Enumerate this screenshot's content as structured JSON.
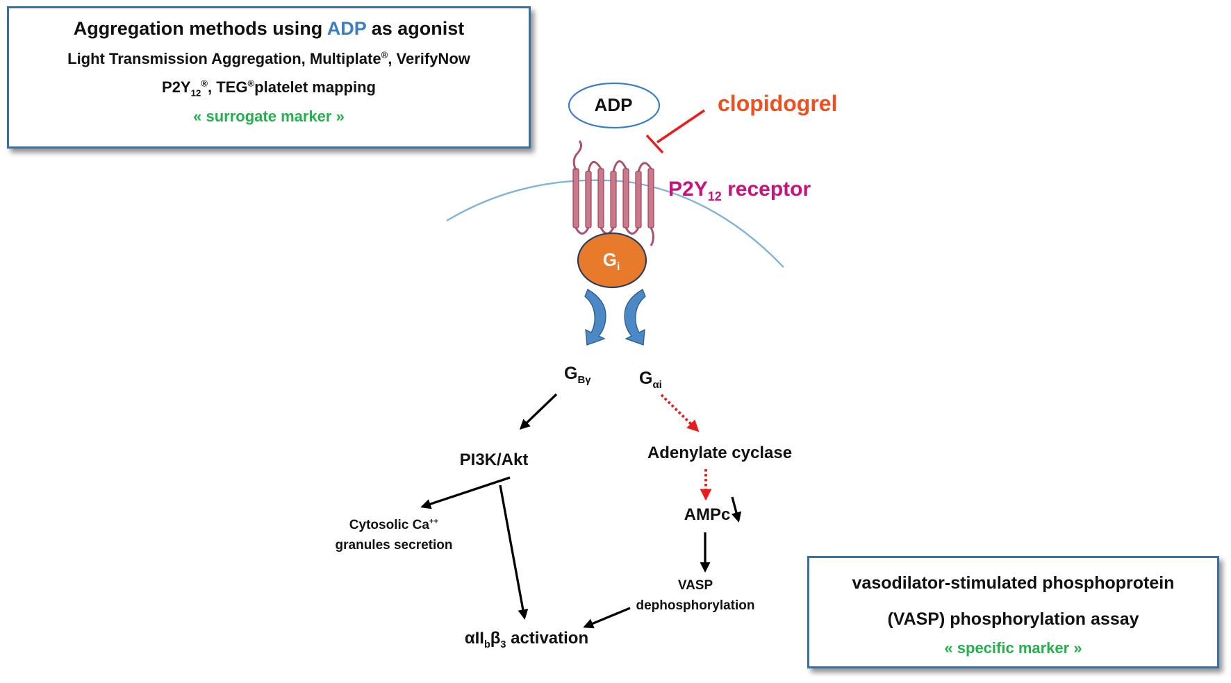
{
  "agg_box": {
    "title_pre": "Aggregation methods using ",
    "title_adp": "ADP",
    "title_post": " as agonist",
    "line2_pre": "Light Transmission Aggregation, Multiplate",
    "line2_reg": "®",
    "line2_post": ", VerifyNow",
    "line3_p2y": "P2Y",
    "line3_sub": "12",
    "line3_reg1": "®",
    "line3_mid": ", TEG",
    "line3_reg2": "®",
    "line3_post": "platelet mapping",
    "marker": "« surrogate marker »"
  },
  "vasp_box": {
    "line1": "vasodilator-stimulated phosphoprotein",
    "line2": "(VASP) phosphorylation assay",
    "marker": "« specific marker »"
  },
  "nodes": {
    "adp": "ADP",
    "clopidogrel": "clopidogrel",
    "receptor_p2y": "P2Y",
    "receptor_sub": "12",
    "receptor_word": " receptor",
    "gi_main": "G",
    "gi_sub": "i",
    "gbg_main": "G",
    "gbg_sub": "Bγ",
    "gai_main": "G",
    "gai_sub": "αi",
    "pi3k": "PI3K/Akt",
    "adenylate": "Adenylate cyclase",
    "ampc": "AMPc",
    "cytosolic_main": "Cytosolic Ca",
    "cytosolic_sup": "++",
    "granules": "granules secretion",
    "vasp1": "VASP",
    "vasp2": "dephosphorylation",
    "integrin_a": "αII",
    "integrin_b_sub": "b",
    "integrin_beta": "β",
    "integrin_3_sub": "3",
    "integrin_post": " activation"
  },
  "colors": {
    "box_border": "#3b6ea5",
    "adp_blue": "#3b7ec4",
    "marker_green": "#22b14c",
    "clopidogrel_orange": "#f0501e",
    "inhibit_red": "#e81c1c",
    "receptor_magenta": "#c8127e",
    "receptor_fill": "#c97a8a",
    "gi_orange": "#e87a2c",
    "membrane_blue": "#7fb3dc",
    "curved_arrow_blue": "#4a88c6"
  },
  "icons": [
    "curved-arrow-left-icon",
    "curved-arrow-right-icon",
    "inhibition-bar-icon",
    "membrane-receptor-icon"
  ]
}
